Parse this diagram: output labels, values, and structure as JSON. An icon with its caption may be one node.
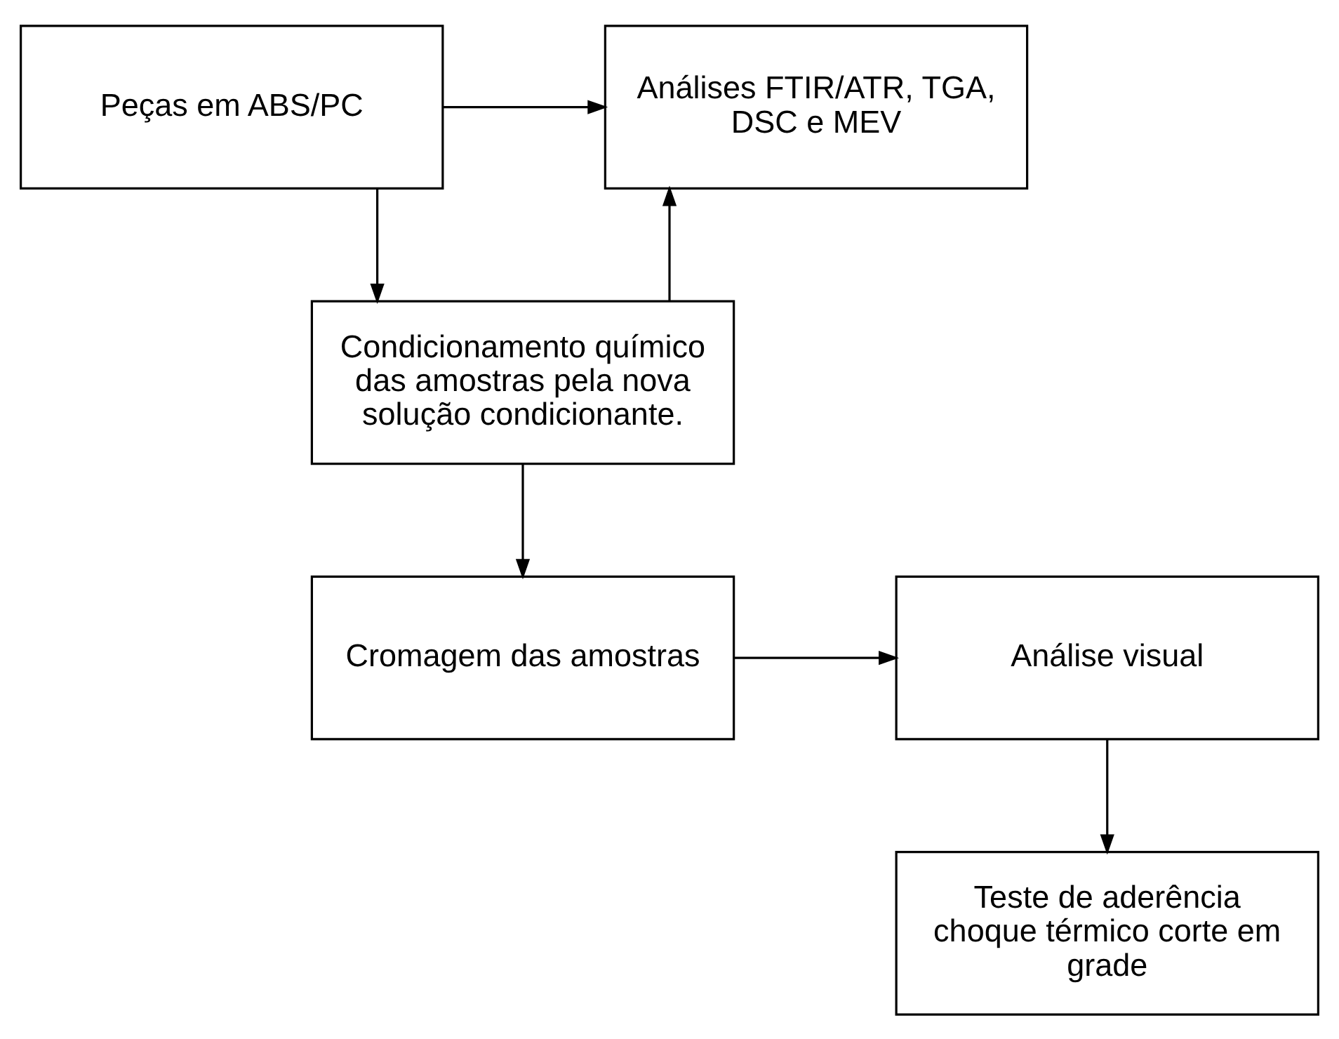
{
  "diagram": {
    "nodes": [
      {
        "text": [
          "Peças em ABS/PC"
        ]
      },
      {
        "text": [
          "Análises FTIR/ATR, TGA, DSC e MEV"
        ]
      },
      {
        "text": [
          "Condicionamento químico das amostras pela nova solução condicionante."
        ]
      },
      {
        "text": [
          "Cromagem das amostras"
        ]
      },
      {
        "text": [
          "Análise visual"
        ]
      },
      {
        "text": [
          "Teste de aderência choque térmico corte em grade"
        ]
      }
    ],
    "edges": [
      {
        "from": 0,
        "to": 1,
        "arrow": "to"
      },
      {
        "from": 0,
        "to": 2,
        "arrow": "to"
      },
      {
        "from": 2,
        "to": 1,
        "arrow": "to"
      },
      {
        "from": 2,
        "to": 3,
        "arrow": "to"
      },
      {
        "from": 3,
        "to": 4,
        "arrow": "to"
      },
      {
        "from": 4,
        "to": 5,
        "arrow": "to"
      }
    ]
  }
}
